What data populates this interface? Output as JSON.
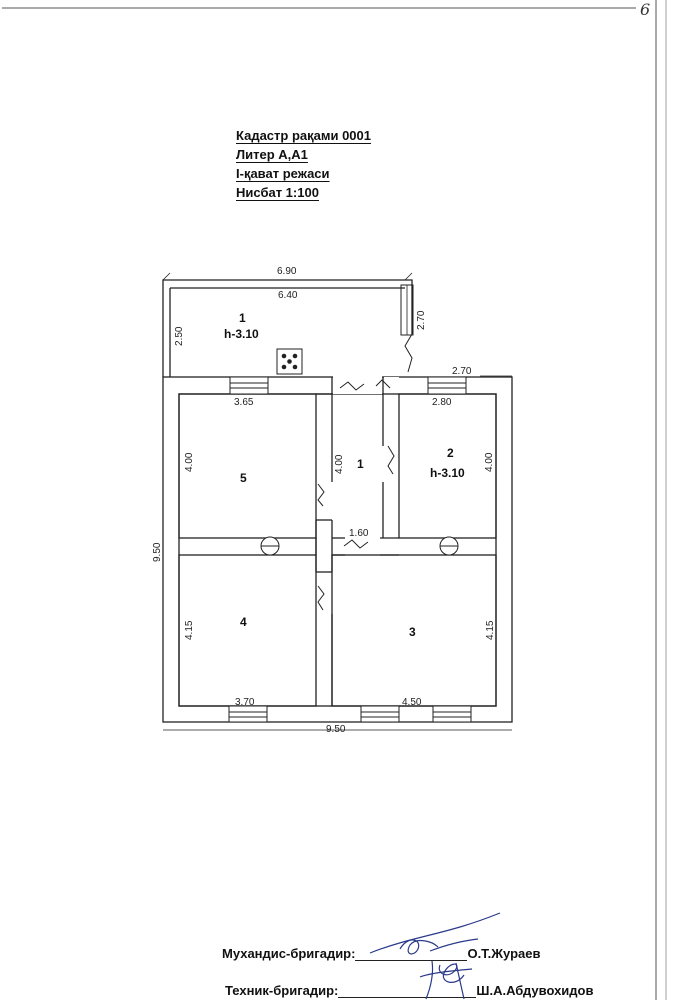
{
  "page_mark": "6",
  "title_block": {
    "cadastre": "Кадастр рақами 0001",
    "liter": "Литер А,А1",
    "floor_plan": "I-қават режаси",
    "scale": "Нисбат 1:100"
  },
  "plan": {
    "rooms": [
      {
        "number": "1",
        "height": "h-3.10"
      },
      {
        "number": "2",
        "height": "h-3.10"
      },
      {
        "number": "3"
      },
      {
        "number": "4"
      },
      {
        "number": "5"
      },
      {
        "number": "1"
      }
    ],
    "dimensions": {
      "veranda_outer_width": "6.90",
      "veranda_inner_width": "6.40",
      "veranda_depth": "2.50",
      "veranda_side": "2.70",
      "room2_outer": "2.70",
      "room5_width": "3.65",
      "room5_depth": "4.00",
      "hall_depth": "4.00",
      "room2_width": "2.80",
      "room2_depth": "4.00",
      "total_depth": "9.50",
      "hall_width": "1.60",
      "room4_depth": "4.15",
      "room3_depth": "4.15",
      "room4_width": "3.70",
      "room3_width": "4.50",
      "total_width": "9.50"
    }
  },
  "signatures": {
    "engineer_label": "Мухандис-бригадир:",
    "engineer_name": "О.Т.Жураев",
    "technician_label": "Техник-бригадир:",
    "technician_name": "Ш.А.Абдувохидов"
  }
}
